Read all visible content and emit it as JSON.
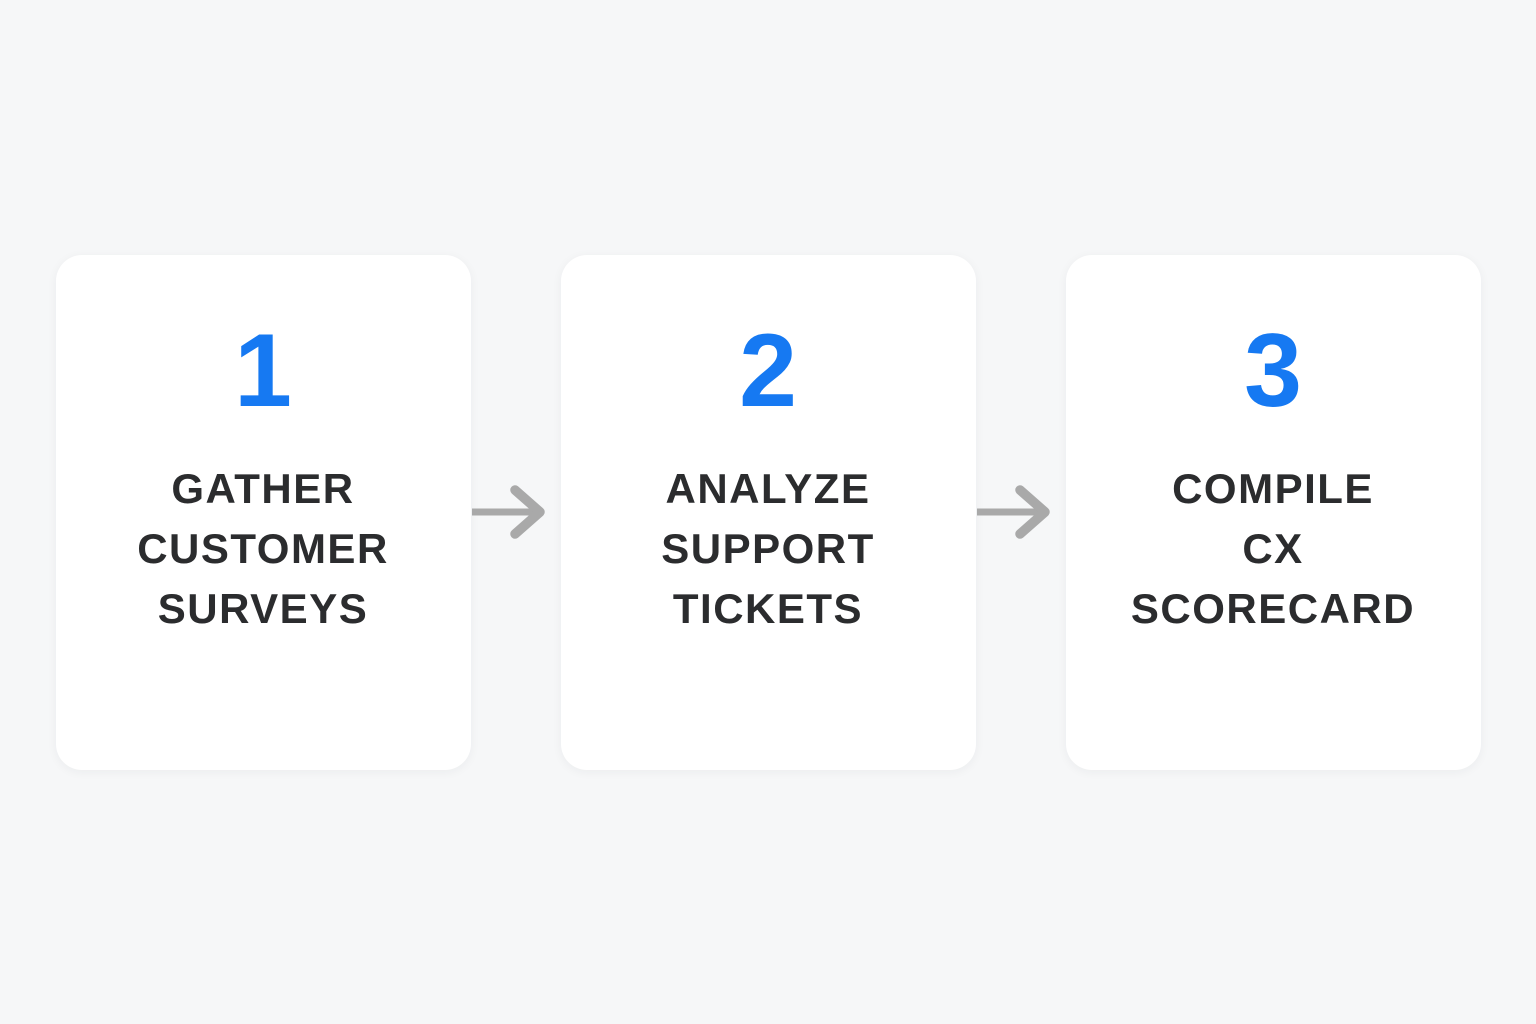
{
  "colors": {
    "background": "#f6f7f8",
    "card_background": "#ffffff",
    "step_number": "#1679f2",
    "step_title": "#2b2c2e",
    "arrow": "#a9a9a9"
  },
  "icons": {
    "arrow_right": "→"
  },
  "steps": [
    {
      "number": "1",
      "title_lines": [
        "GATHER",
        "CUSTOMER",
        "SURVEYS"
      ]
    },
    {
      "number": "2",
      "title_lines": [
        "ANALYZE",
        "SUPPORT",
        "TICKETS"
      ]
    },
    {
      "number": "3",
      "title_lines": [
        "COMPILE",
        "CX",
        "SCORECARD"
      ]
    }
  ]
}
